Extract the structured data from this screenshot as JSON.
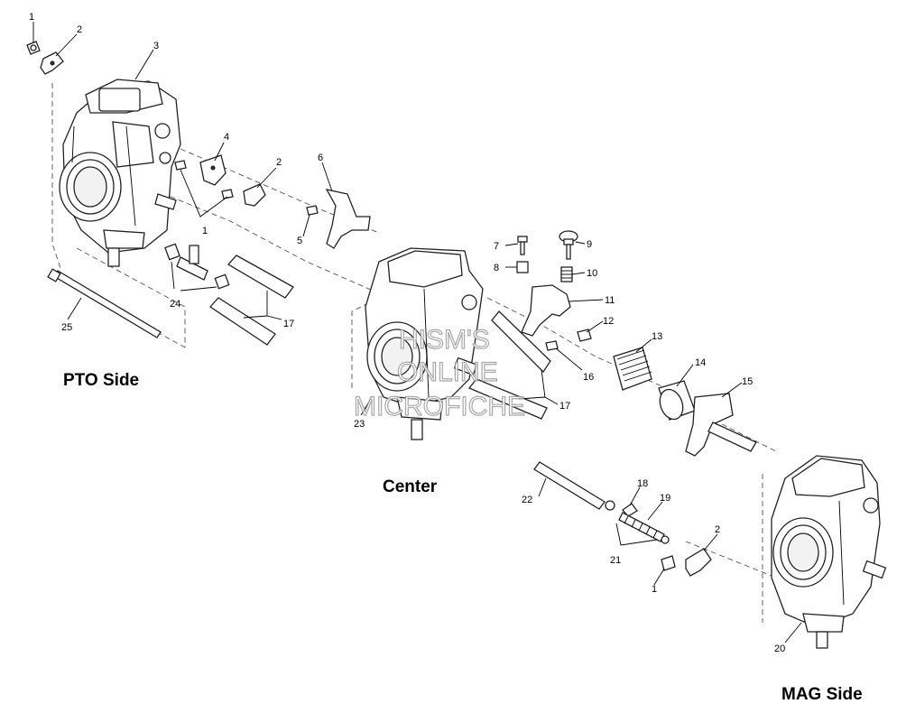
{
  "sections": {
    "pto": "PTO Side",
    "center": "Center",
    "mag": "MAG Side"
  },
  "watermark": [
    "HISM'S",
    "ONLINE",
    "MICROFICHE"
  ],
  "callouts": [
    {
      "id": "c1a",
      "text": "1"
    },
    {
      "id": "c2a",
      "text": "2"
    },
    {
      "id": "c3",
      "text": "3"
    },
    {
      "id": "c4",
      "text": "4"
    },
    {
      "id": "c2b",
      "text": "2"
    },
    {
      "id": "c1b",
      "text": "1"
    },
    {
      "id": "c6",
      "text": "6"
    },
    {
      "id": "c5",
      "text": "5"
    },
    {
      "id": "c24",
      "text": "24"
    },
    {
      "id": "c25",
      "text": "25"
    },
    {
      "id": "c17a",
      "text": "17"
    },
    {
      "id": "c7",
      "text": "7"
    },
    {
      "id": "c8",
      "text": "8"
    },
    {
      "id": "c9",
      "text": "9"
    },
    {
      "id": "c10",
      "text": "10"
    },
    {
      "id": "c11",
      "text": "11"
    },
    {
      "id": "c12",
      "text": "12"
    },
    {
      "id": "c13",
      "text": "13"
    },
    {
      "id": "c14",
      "text": "14"
    },
    {
      "id": "c15",
      "text": "15"
    },
    {
      "id": "c16",
      "text": "16"
    },
    {
      "id": "c17b",
      "text": "17"
    },
    {
      "id": "c23",
      "text": "23"
    },
    {
      "id": "c22",
      "text": "22"
    },
    {
      "id": "c18",
      "text": "18"
    },
    {
      "id": "c19",
      "text": "19"
    },
    {
      "id": "c2c",
      "text": "2"
    },
    {
      "id": "c21",
      "text": "21"
    },
    {
      "id": "c1c",
      "text": "1"
    },
    {
      "id": "c20",
      "text": "20"
    }
  ]
}
